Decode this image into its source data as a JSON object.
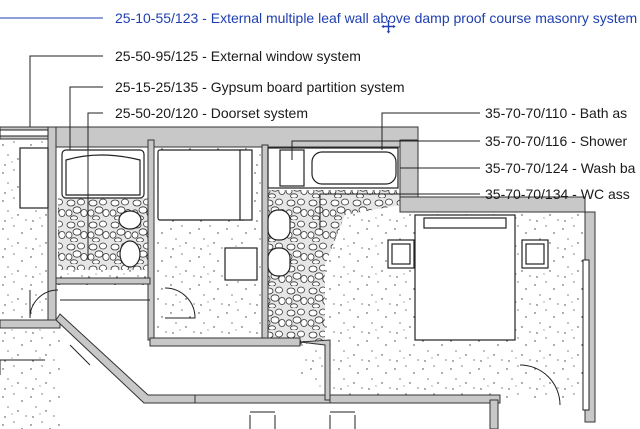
{
  "annotations_left": [
    {
      "id": "wall",
      "label": "25-10-55/123 - External multiple leaf wall above damp proof course masonry system",
      "selected": true
    },
    {
      "id": "window",
      "label": "25-50-95/125 - External window system"
    },
    {
      "id": "partition",
      "label": "25-15-25/135 - Gypsum board partition system"
    },
    {
      "id": "doorset",
      "label": "25-50-20/120 - Doorset system"
    }
  ],
  "annotations_right": [
    {
      "id": "bath",
      "label": "35-70-70/110 - Bath as"
    },
    {
      "id": "shower",
      "label": "35-70-70/116 - Shower"
    },
    {
      "id": "wash",
      "label": "35-70-70/124 - Wash ba"
    },
    {
      "id": "wc",
      "label": "35-70-70/134 - WC ass"
    }
  ],
  "colors": {
    "selected_annotation": "#1f3fb0",
    "annotation": "#1a1a1a",
    "wall_fill": "#c8c8c8",
    "tile_fill": "#e2e2e2",
    "floor_fill": "#ffffff"
  },
  "icons": [
    "move-cursor-icon"
  ]
}
